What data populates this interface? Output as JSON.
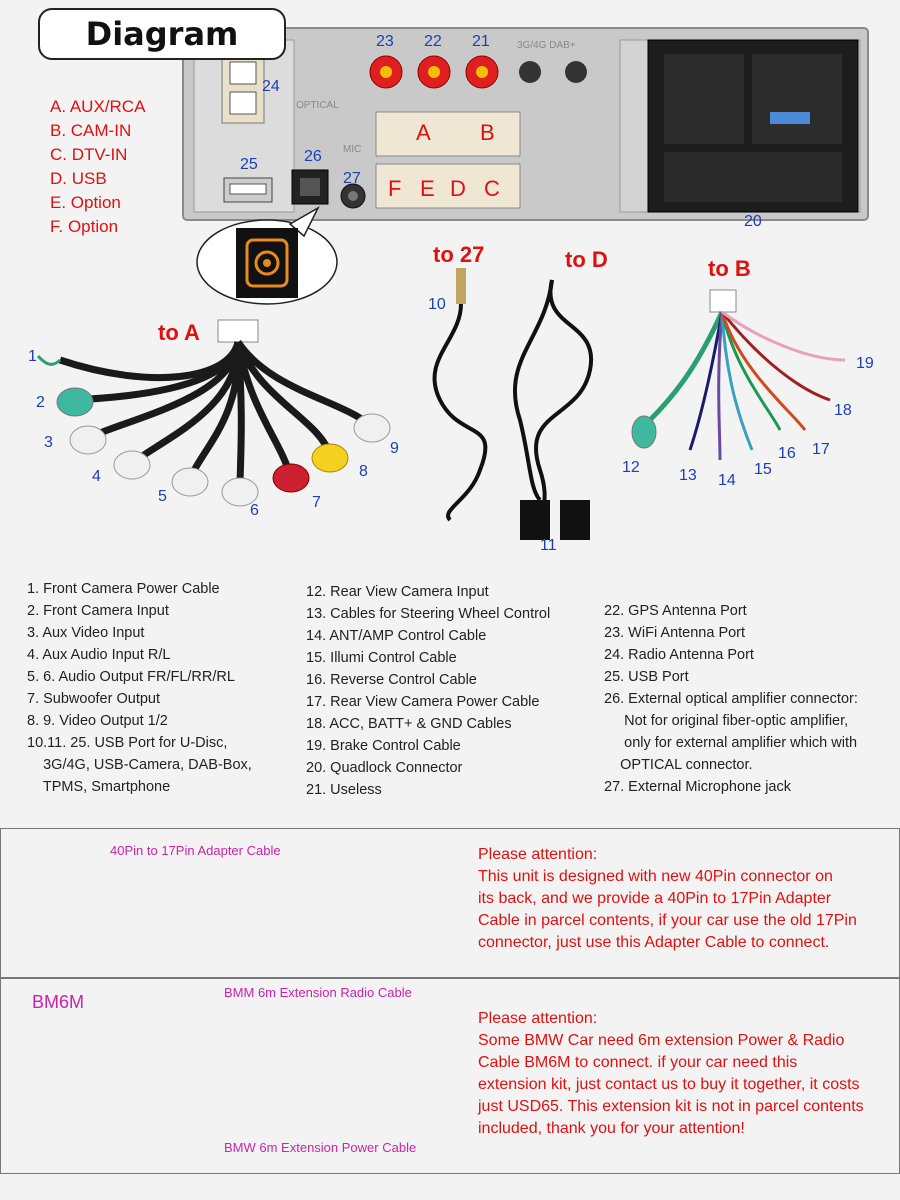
{
  "title": "Diagram",
  "legend": [
    "A. AUX/RCA",
    "B. CAM-IN",
    "C. DTV-IN",
    "D. USB",
    "E. Option",
    "F. Option"
  ],
  "unit_labels": {
    "n23": "23",
    "n22": "22",
    "n21": "21",
    "n24": "24",
    "n25": "25",
    "n26": "26",
    "n27": "27",
    "n20": "20",
    "pA": "A",
    "pB": "B",
    "pF": "F",
    "pE": "E",
    "pD": "D",
    "pC": "C",
    "print_4g": "3G/4G DAB+",
    "print_optical": "OPTICAL",
    "print_mic": "MIC"
  },
  "to_labels": {
    "toA": "to A",
    "to27": "to 27",
    "toD": "to D",
    "toB": "to B"
  },
  "cable_labels": [
    "1",
    "2",
    "3",
    "4",
    "5",
    "6",
    "7",
    "8",
    "9",
    "10",
    "11",
    "12",
    "13",
    "14",
    "15",
    "16",
    "17",
    "18",
    "19"
  ],
  "list_col1": [
    "1. Front Camera Power Cable",
    "2. Front Camera Input",
    "3. Aux Video Input",
    "4. Aux Audio Input R/L",
    "5. 6. Audio Output FR/FL/RR/RL",
    "7. Subwoofer Output",
    "8. 9. Video Output 1/2",
    "10.11. 25. USB Port for U-Disc,",
    "    3G/4G, USB-Camera, DAB-Box,",
    "    TPMS, Smartphone"
  ],
  "list_col2": [
    "12. Rear View Camera Input",
    "13. Cables for Steering Wheel Control",
    "14. ANT/AMP Control Cable",
    "15. Illumi Control Cable",
    "16. Reverse Control Cable",
    "17. Rear View Camera Power Cable",
    "18. ACC, BATT+ & GND Cables",
    "19. Brake Control Cable",
    "20. Quadlock Connector",
    "21. Useless"
  ],
  "list_col3": [
    "22. GPS Antenna Port",
    "23. WiFi Antenna Port",
    "24. Radio Antenna Port",
    "25. USB Port",
    "26. External optical amplifier connector:",
    "     Not for original fiber-optic amplifier,",
    "     only for external amplifier which with",
    "    OPTICAL connector.",
    "27. External Microphone jack"
  ],
  "panel1": {
    "caption": "40Pin to 17Pin Adapter Cable",
    "attention": [
      "Please attention:",
      "This unit is designed with new 40Pin connector on",
      "its back, and we provide a 40Pin to 17Pin Adapter",
      "Cable in parcel contents, if your car use the old 17Pin",
      "connector, just use this Adapter Cable to connect."
    ]
  },
  "panel2": {
    "tag": "BM6M",
    "caption_radio": "BMM 6m Extension Radio Cable",
    "caption_power": "BMW 6m Extension Power Cable",
    "attention": [
      "Please attention:",
      "Some BMW Car need 6m extension Power & Radio",
      "Cable BM6M to connect. if your car need this",
      "extension kit, just contact us to buy it together, it costs",
      "just USD65. This extension kit is not in parcel contents",
      "included, thank you for your attention!"
    ]
  },
  "colors": {
    "red_text": "#e01010",
    "blue_label": "#1c3fb5",
    "pink_caption": "#cc22aa"
  }
}
